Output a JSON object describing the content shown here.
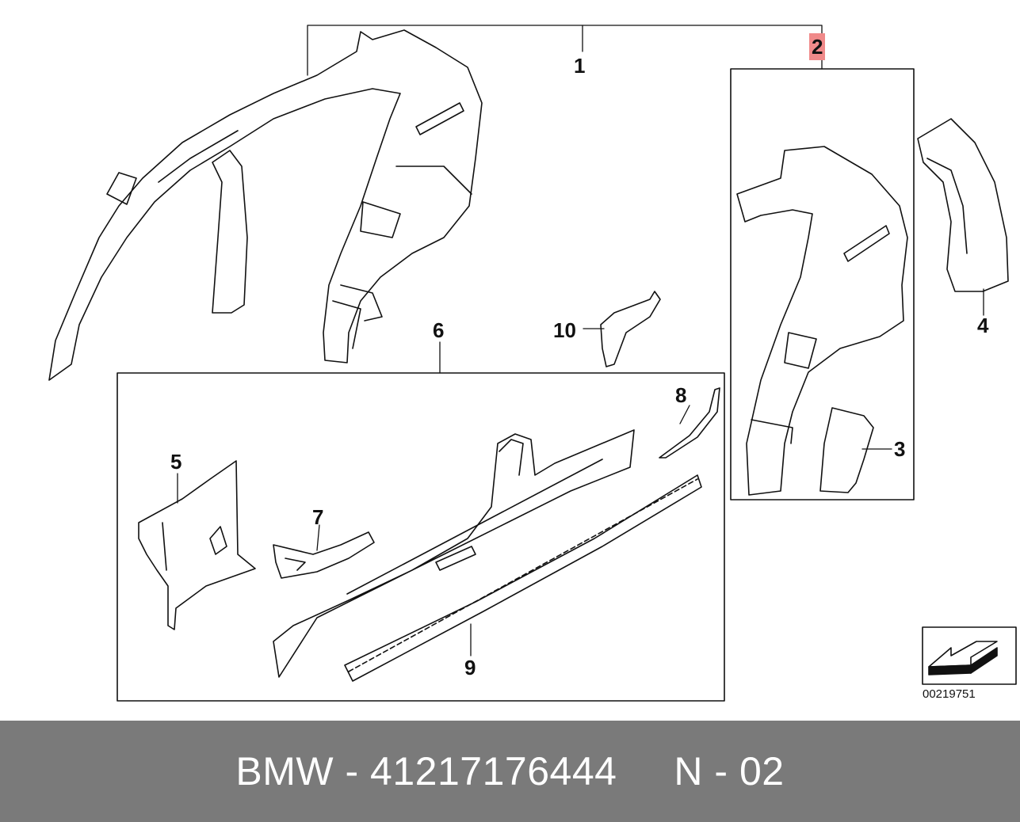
{
  "callouts": {
    "c1": "1",
    "c2": "2",
    "c3": "3",
    "c4": "4",
    "c5": "5",
    "c6": "6",
    "c7": "7",
    "c8": "8",
    "c9": "9",
    "c10": "10"
  },
  "highlight_color": "#f08a8a",
  "footer_bg": "#7a7a7a",
  "reference_code": "00219751",
  "footer": {
    "brand": "BMW",
    "separator": " - ",
    "part_number": "41217176444",
    "gap": "     ",
    "diagram_code": "N - 02"
  }
}
